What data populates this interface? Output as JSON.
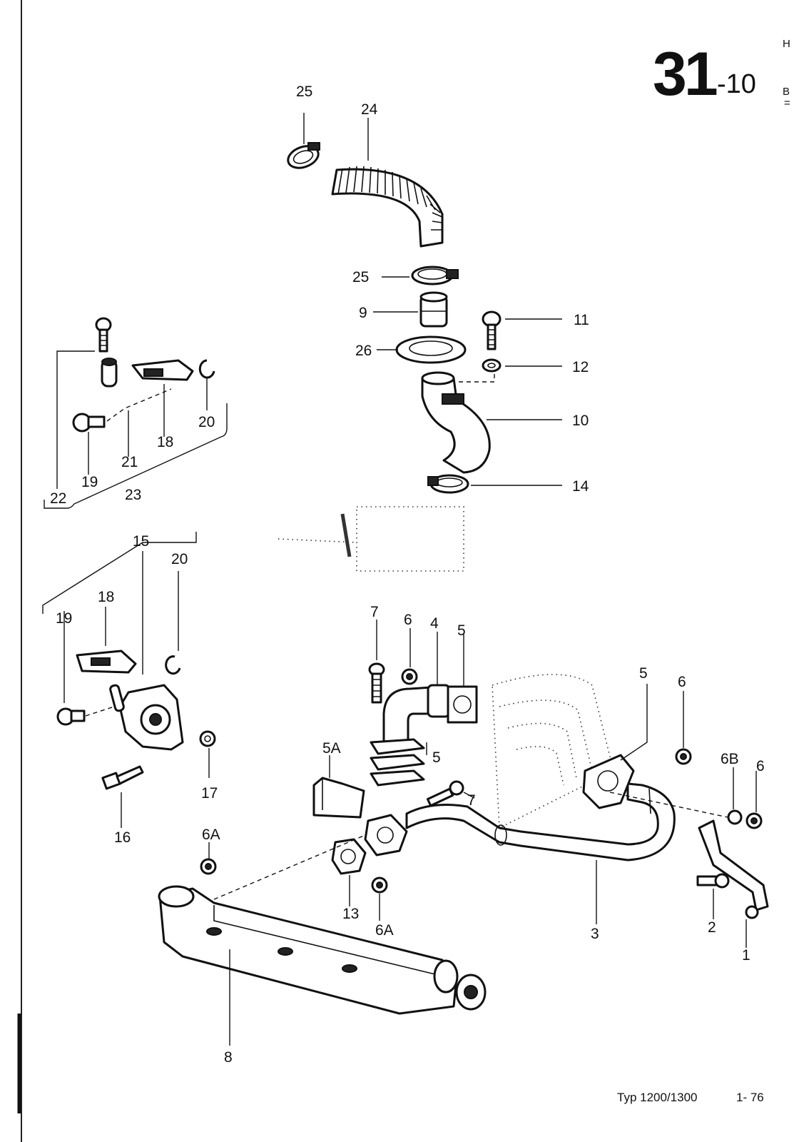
{
  "header": {
    "group_number": "31",
    "sub_number": "-10",
    "edge_letter_top": "H",
    "edge_letter_mid": "B",
    "edge_mark": "="
  },
  "footer": {
    "type_label": "Typ 1200/1300",
    "page_ref": "1- 76"
  },
  "labels": {
    "p1": "1",
    "p2": "2",
    "p3": "3",
    "p4": "4",
    "p5_a": "5",
    "p5_b": "5",
    "p5_c": "5",
    "p5A": "5A",
    "p6_a": "6",
    "p6_b": "6",
    "p6_c": "6",
    "p6A_a": "6A",
    "p6A_b": "6A",
    "p6B": "6B",
    "p7_a": "7",
    "p7_b": "7",
    "p8": "8",
    "p9": "9",
    "p10": "10",
    "p11": "11",
    "p12": "12",
    "p13": "13",
    "p14": "14",
    "p15": "15",
    "p16": "16",
    "p17": "17",
    "p18_a": "18",
    "p18_b": "18",
    "p19_a": "19",
    "p19_b": "19",
    "p20_a": "20",
    "p20_b": "20",
    "p21": "21",
    "p22": "22",
    "p23": "23",
    "p24": "24",
    "p25_a": "25",
    "p25_b": "25",
    "p26": "26"
  }
}
